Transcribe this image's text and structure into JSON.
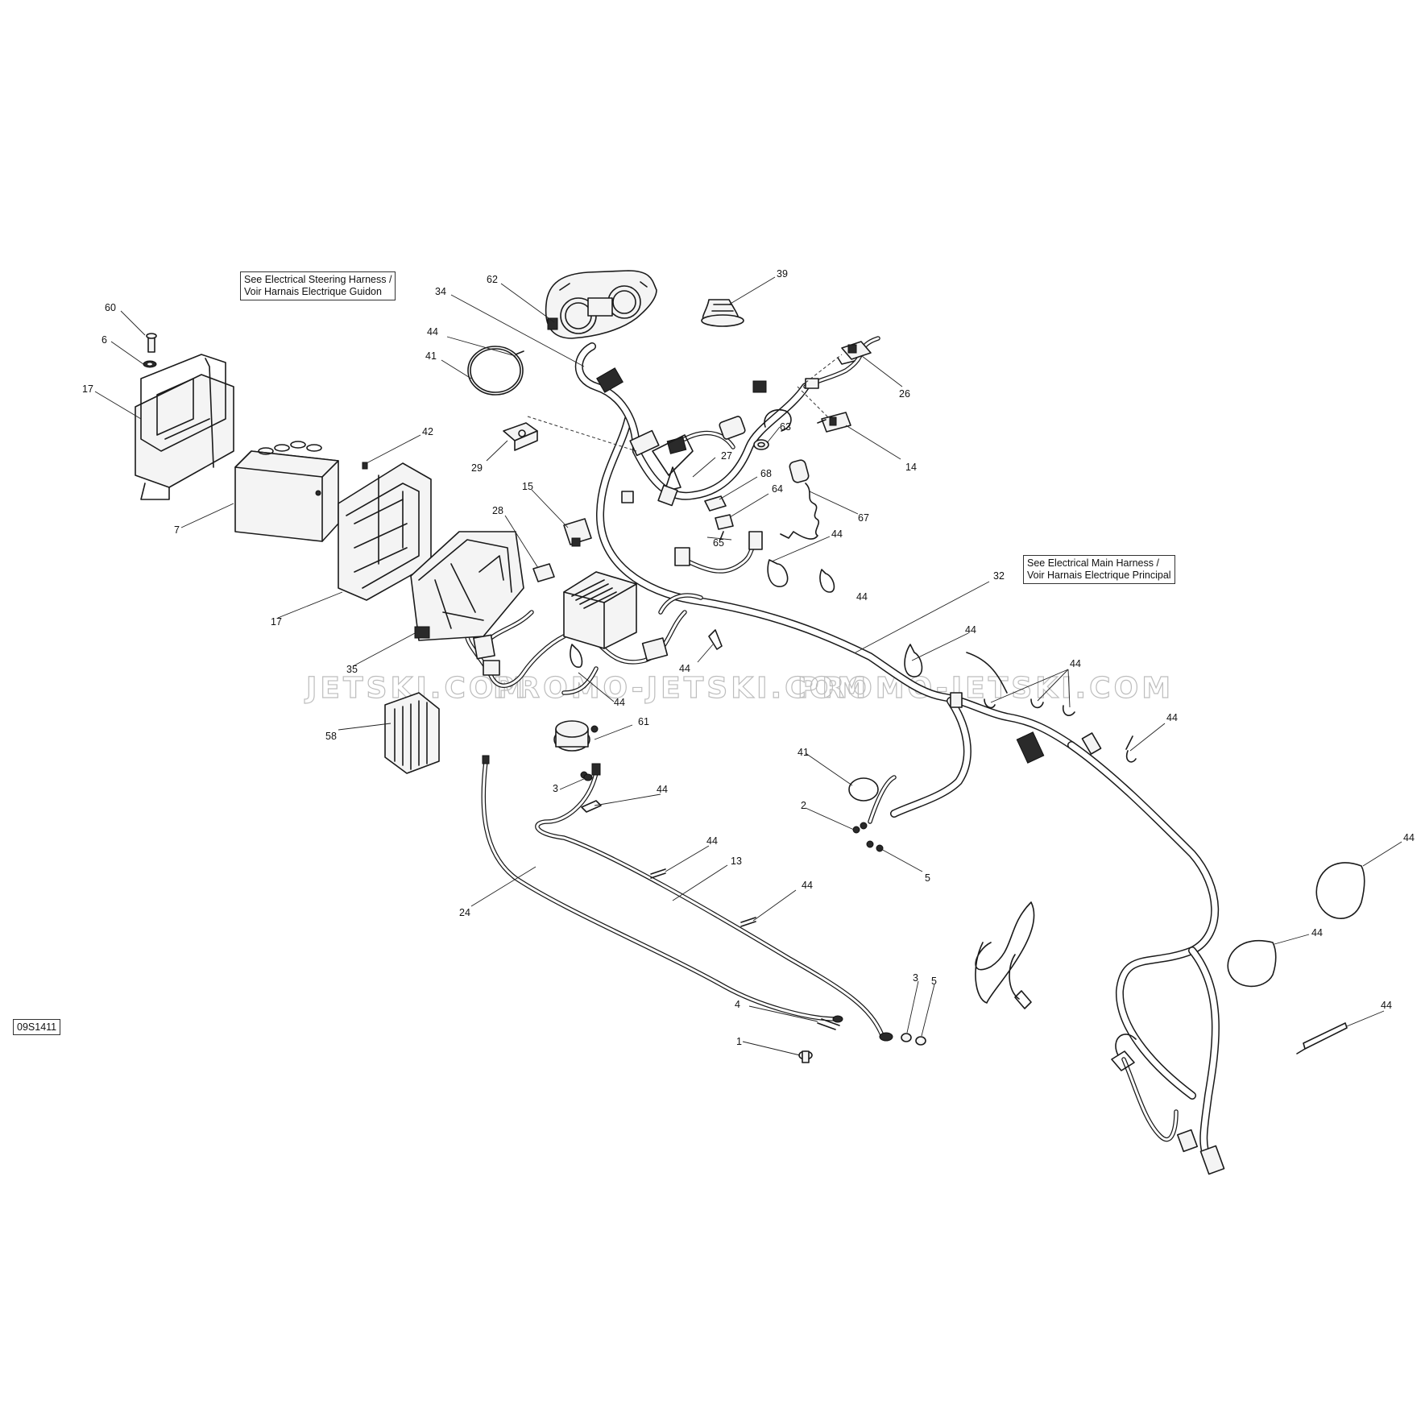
{
  "diagram_id": "09S1411",
  "references": {
    "steering": {
      "line1": "See Electrical Steering Harness /",
      "line2": "Voir Harnais Electrique Guidon"
    },
    "main": {
      "line1": "See Electrical Main Harness /",
      "line2": "Voir Harnais Electrique Principal"
    }
  },
  "watermark": [
    "JETSKI.COM",
    "PROMO-JETSKI.COM",
    "PROMO-JETSKI.COM"
  ],
  "callouts": {
    "c62": "62",
    "c39": "39",
    "c34": "34",
    "c60": "60",
    "c6": "6",
    "c44a": "44",
    "c41a": "41",
    "c17a": "17",
    "c26": "26",
    "c63": "63",
    "c14": "14",
    "c42": "42",
    "c29": "29",
    "c27": "27",
    "c7": "7",
    "c68": "68",
    "c64": "64",
    "c67": "67",
    "c15": "15",
    "c28": "28",
    "c44b": "44",
    "c65": "65",
    "c44c": "44",
    "c32": "32",
    "c17b": "17",
    "c44d": "44",
    "c35": "35",
    "c44e": "44",
    "c44f": "44",
    "c44g": "44",
    "c58": "58",
    "c61": "61",
    "c44h": "44",
    "c41b": "41",
    "c3a": "3",
    "c44i": "44",
    "c2": "2",
    "c5a": "5",
    "c44j": "44",
    "c13": "13",
    "c24": "24",
    "c44k": "44",
    "c44l": "44",
    "c44m": "44",
    "c3b": "3",
    "c5b": "5",
    "c4": "4",
    "c1": "1",
    "c44n": "44"
  }
}
